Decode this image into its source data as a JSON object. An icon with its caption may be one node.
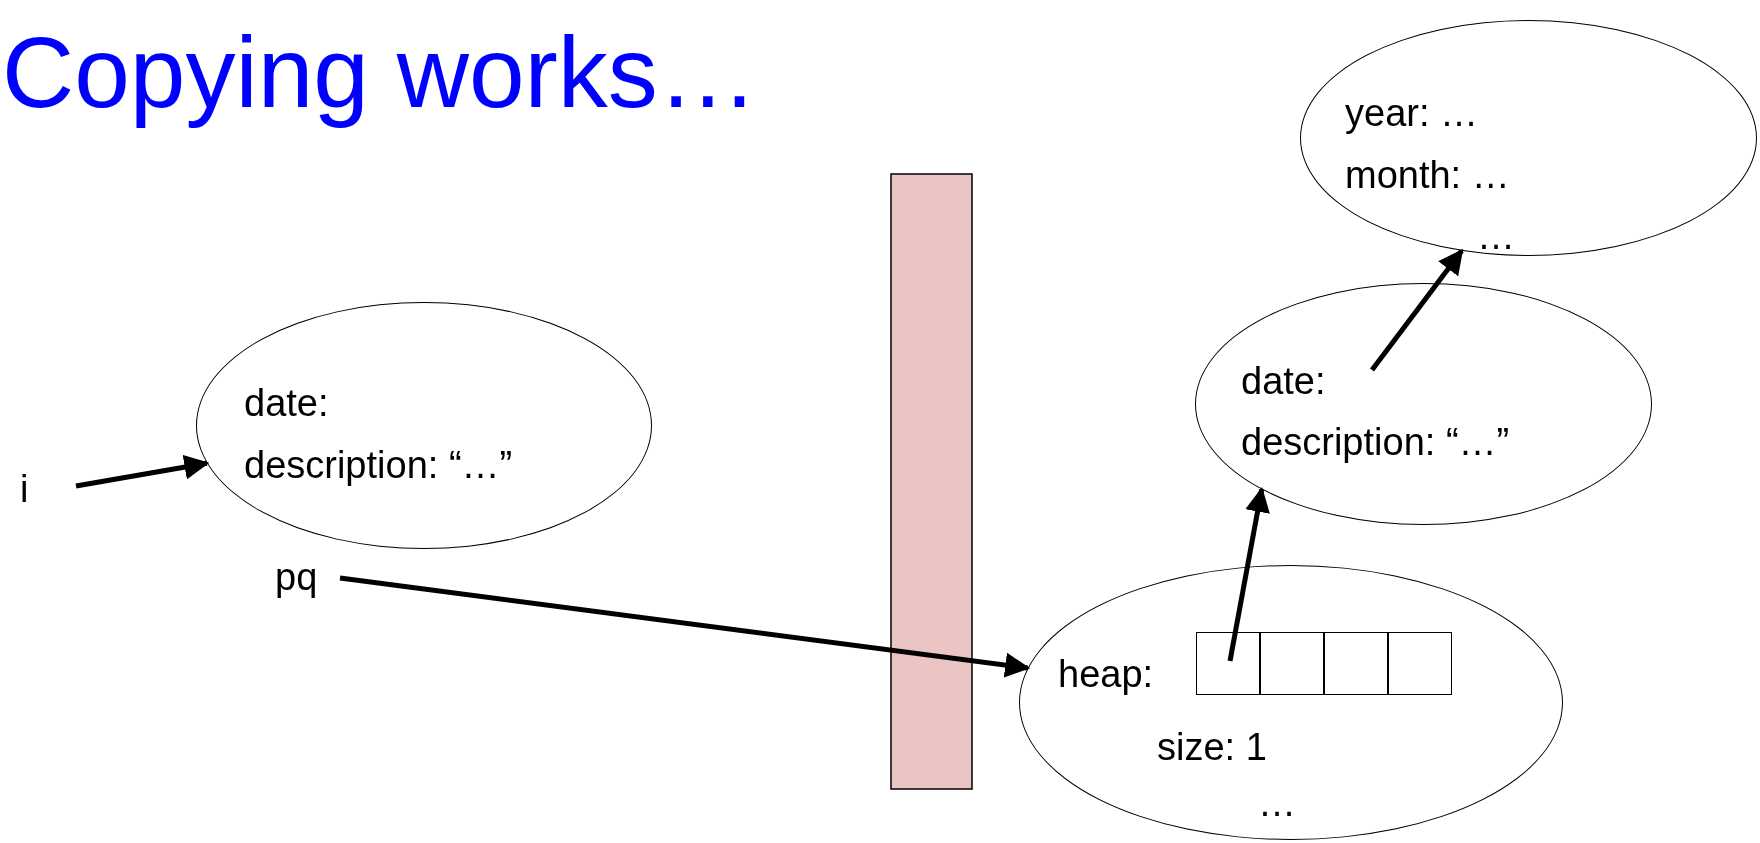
{
  "diagram": {
    "title": "Copying works…",
    "nodes": [
      {
        "text": [
          "i"
        ]
      },
      {
        "text": [
          "date:",
          "description: “…”"
        ]
      },
      {
        "text": [
          "pq"
        ]
      },
      {
        "text": [
          "year: …",
          "month: …",
          "…"
        ]
      },
      {
        "text": [
          "date:",
          "description: “…”"
        ]
      },
      {
        "text": [
          "heap:",
          "size: 1",
          "…"
        ]
      },
      {
        "text": [],
        "shape": "box",
        "in": 5
      },
      {
        "text": [],
        "shape": "box",
        "in": 5
      },
      {
        "text": [],
        "shape": "box",
        "in": 5
      },
      {
        "text": [],
        "shape": "box",
        "in": 5
      }
    ],
    "edges": [
      {
        "from": 0,
        "to": 1,
        "arrow": "to"
      },
      {
        "from": 2,
        "to": 5,
        "arrow": "to"
      },
      {
        "from": 6,
        "to": 4,
        "arrow": "to"
      },
      {
        "from": 4,
        "to": 3,
        "arrow": "to"
      }
    ]
  }
}
